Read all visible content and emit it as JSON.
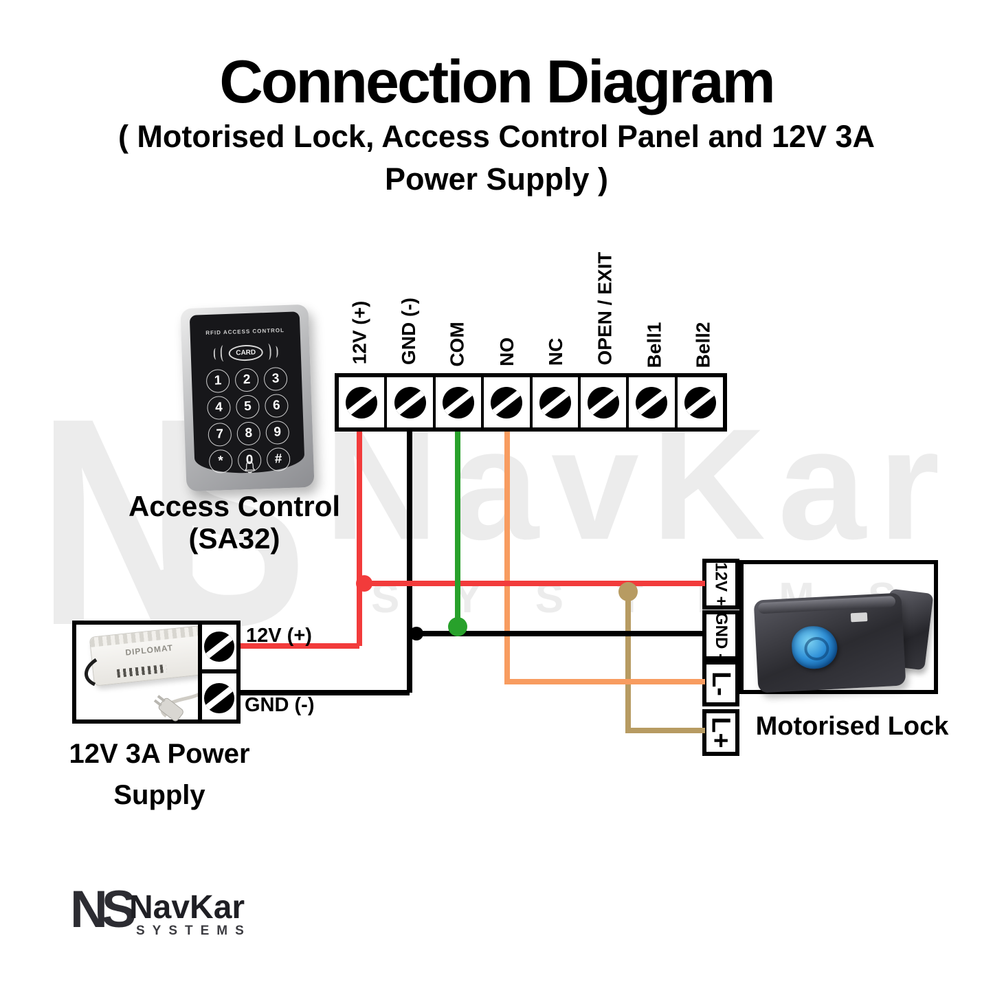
{
  "title": "Connection Diagram",
  "subtitle": {
    "line1": "( Motorised Lock, Access Control Panel and 12V 3A",
    "line2": "Power Supply )"
  },
  "panel_terminals": {
    "labels": [
      "12V (+)",
      "GND (-)",
      "COM",
      "NO",
      "NC",
      "OPEN / EXIT",
      "Bell1",
      "Bell2"
    ]
  },
  "access_control": {
    "header": "RFID ACCESS CONTROL",
    "card_label": "CARD",
    "keys": [
      "1",
      "2",
      "3",
      "4",
      "5",
      "6",
      "7",
      "8",
      "9",
      "*",
      "0",
      "#"
    ],
    "caption_line1": "Access Control",
    "caption_line2": "(SA32)"
  },
  "power_supply": {
    "brand": "DIPLOMAT",
    "terminal_labels": [
      "12V (+)",
      "GND (-)"
    ],
    "caption_line1": "12V 3A Power",
    "caption_line2": "Supply"
  },
  "lock": {
    "terminal_labels": [
      "12V +",
      "GND -",
      "L-",
      "L+"
    ],
    "caption": "Motorised Lock"
  },
  "watermark": {
    "monogram": "NS",
    "name": "NavKar",
    "systems": "SYSTEMS"
  },
  "footer_logo": {
    "monogram": "NS",
    "name": "NavKar",
    "systems": "SYSTEMS"
  },
  "wire_colors": {
    "red": "#f23b3b",
    "black": "#000000",
    "green": "#28a12b",
    "orange": "#f89c60",
    "tan": "#b79b62"
  }
}
